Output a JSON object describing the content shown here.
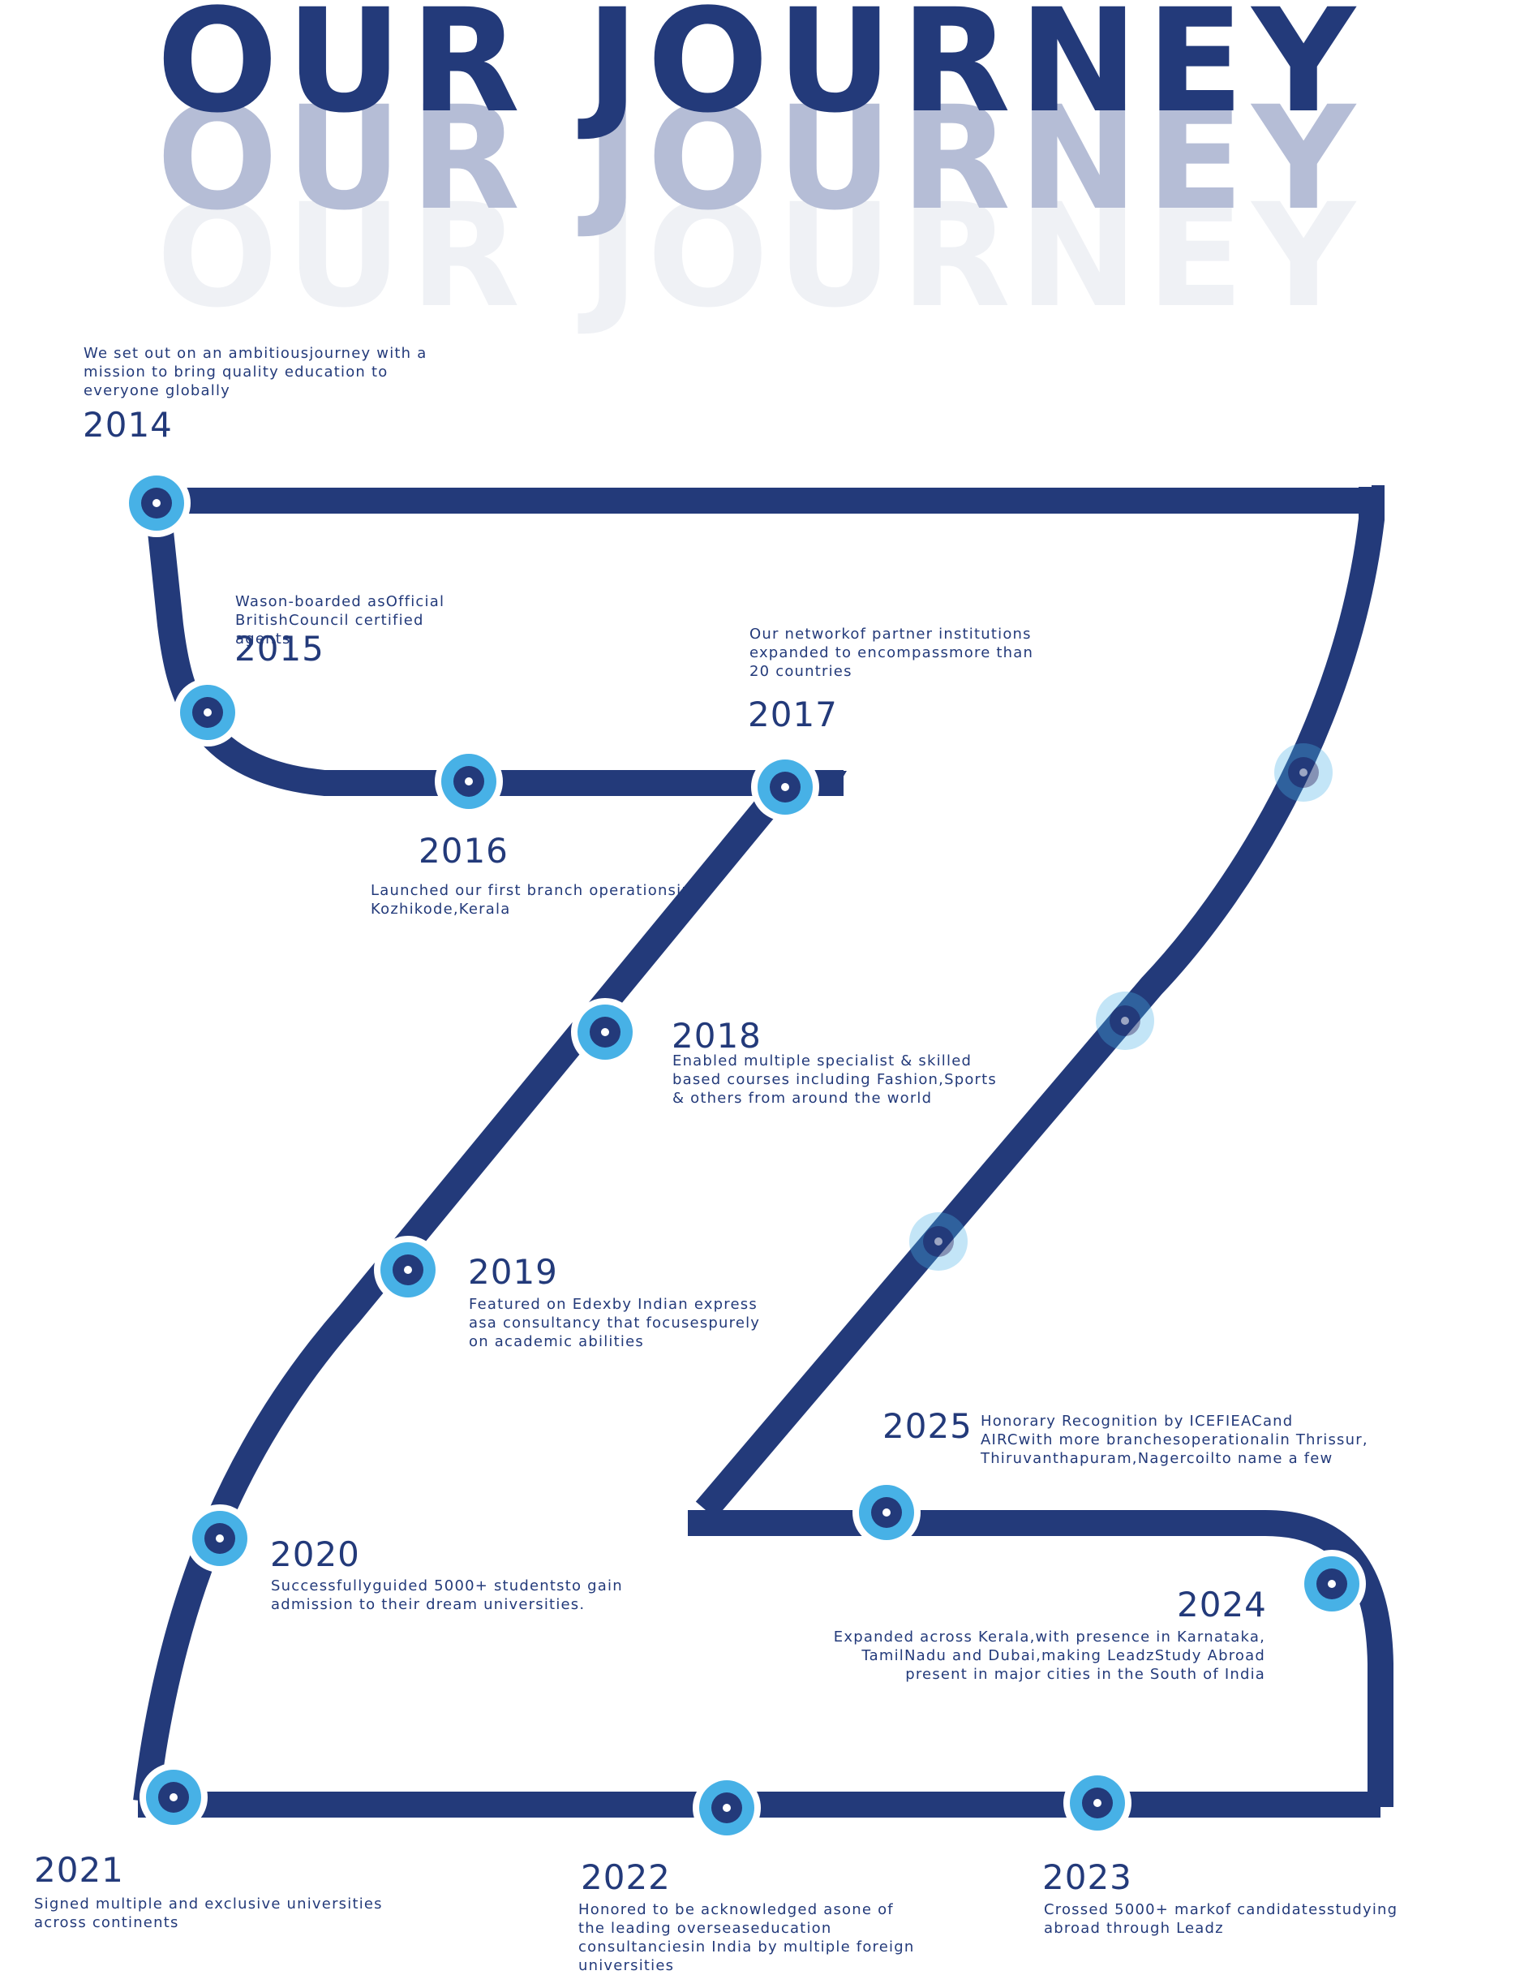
{
  "title": "OUR JOURNEY",
  "colors": {
    "navy": "#233a7a",
    "light_blue": "#47b1e6",
    "faded_title": "#b5bdd6",
    "ghost_title": "#eff1f5"
  },
  "milestones": [
    {
      "year": "2014",
      "text": "We set out on an ambitiousjourney with a mission to bring quality education to everyone globally"
    },
    {
      "year": "2015",
      "text": "Wason-boarded asOfficial BritishCouncil certified agents"
    },
    {
      "year": "2016",
      "text": "Launched our first branch operationsin Kozhikode,Kerala"
    },
    {
      "year": "2017",
      "text": "Our networkof partner institutions expanded to encompassmore than 20 countries"
    },
    {
      "year": "2018",
      "text": "Enabled multiple specialist & skilled based courses including Fashion,Sports & others from around the world"
    },
    {
      "year": "2019",
      "text": "Featured on Edexby Indian express asa consultancy that focusespurely on academic abilities"
    },
    {
      "year": "2020",
      "text": "Successfullyguided 5000+ studentsto gain admission to their dream universities."
    },
    {
      "year": "2021",
      "text": "Signed multiple and exclusive universities across continents"
    },
    {
      "year": "2022",
      "text": "Honored to be acknowledged asone of the leading overseaseducation consultanciesin India by multiple foreign universities"
    },
    {
      "year": "2023",
      "text": "Crossed 5000+ markof candidatesstudying abroad through Leadz"
    },
    {
      "year": "2024",
      "text": "Expanded across Kerala,with presence in Karnataka, TamilNadu and Dubai,making LeadzStudy Abroad present in major cities in the South of India"
    },
    {
      "year": "2025",
      "text": "Honorary Recognition by ICEFIEACand AIRCwith more branchesoperationalin Thrissur, Thiruvanthapuram,Nagercoilto name a few"
    }
  ]
}
